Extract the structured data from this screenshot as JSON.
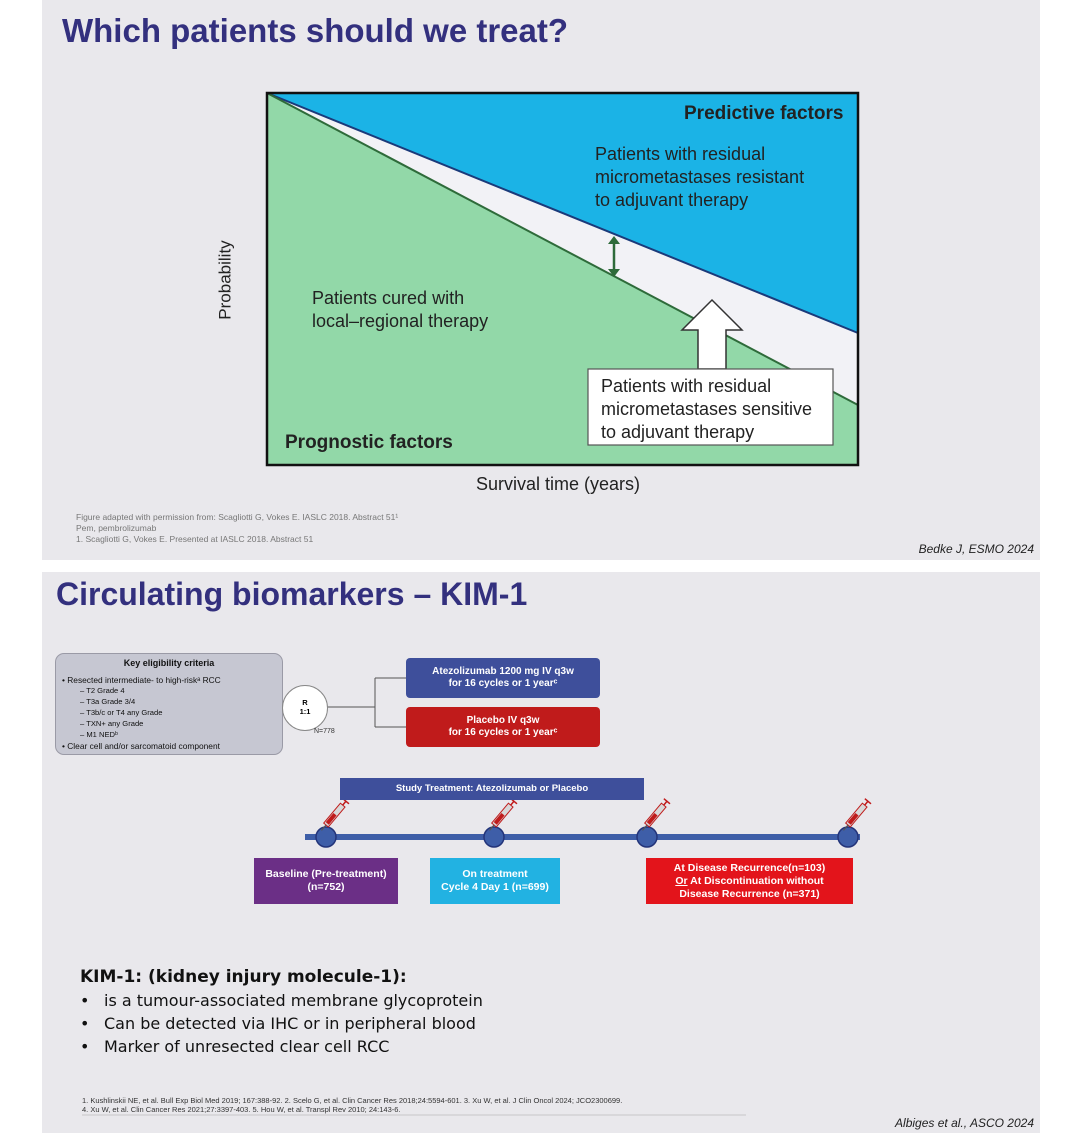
{
  "slide1": {
    "title": "Which patients should we treat?",
    "chart": {
      "ylabel": "Probability",
      "xlabel": "Survival time (years)",
      "predictive_label": "Predictive factors",
      "resistant_text": [
        "Patients with residual",
        "micrometastases resistant",
        "to adjuvant therapy"
      ],
      "cured_text": [
        "Patients cured with",
        "local–regional therapy"
      ],
      "sensitive_text": [
        "Patients with residual",
        "micrometastases sensitive",
        "to adjuvant therapy"
      ],
      "prognostic_label": "Prognostic factors",
      "colors": {
        "blue": "#1bb3e6",
        "green": "#92d8a8",
        "white_band": "#f2f2f6",
        "arrow": "#2e6b3a"
      }
    },
    "footnotes": [
      "Figure adapted with permission from: Scagliotti G, Vokes E. IASLC 2018. Abstract 51¹",
      "Pem, pembrolizumab",
      "1. Scagliotti G, Vokes E. Presented at IASLC 2018. Abstract 51"
    ],
    "credit": "Bedke J, ESMO 2024"
  },
  "slide2": {
    "title": "Circulating biomarkers – KIM-1",
    "eligibility": {
      "title": "Key eligibility criteria",
      "line1": "• Resected intermediate- to high-riskᵃ RCC",
      "subs": [
        "–  T2 Grade 4",
        "–  T3a Grade 3/4",
        "–  T3b/c or T4 any Grade",
        "–  TXN+ any Grade",
        "–  M1 NEDᵇ"
      ],
      "line2": "• Clear cell and/or sarcomatoid component"
    },
    "randomization": {
      "r": "R",
      "ratio": "1:1",
      "n": "N=778"
    },
    "arms": [
      {
        "line1": "Atezolizumab 1200 mg IV q3w",
        "line2": "for 16 cycles or 1 yearᶜ",
        "color": "#3e4f9b"
      },
      {
        "line1": "Placebo IV q3w",
        "line2": "for 16 cycles or 1 yearᶜ",
        "color": "#c01b1b"
      }
    ],
    "study_bar": "Study Treatment: Atezolizumab or Placebo",
    "timepoints": [
      {
        "line1": "Baseline (Pre-treatment)",
        "line2": "(n=752)",
        "color": "#6b2f86"
      },
      {
        "line1": "On treatment",
        "line2": "Cycle 4 Day 1 (n=699)",
        "color": "#22b2e2"
      },
      {
        "line1": "At Disease Recurrence(n=103)",
        "line2_u": "Or",
        "line2_rest": " At Discontinuation without",
        "line3": "Disease Recurrence (n=371)",
        "color": "#e3141b"
      }
    ],
    "kim_title": "KIM-1: (kidney injury molecule-1):",
    "kim_bullets": [
      "is a tumour-associated membrane glycoprotein",
      "Can be detected via IHC or in peripheral blood",
      "Marker of unresected clear cell RCC"
    ],
    "bullet_symbol": "•",
    "references": [
      "1. Kushlinskii NE, et al. Bull Exp Biol Med 2019; 167:388-92. 2. Scelo G, et al. Clin Cancer Res 2018;24:5594-601. 3. Xu W, et al.  J Clin Oncol 2024; JCO2300699.",
      "4. Xu W, et al. Clin Cancer Res 2021;27:3397-403. 5. Hou W, et al. Transpl Rev 2010; 24:143-6."
    ],
    "credit": "Albiges et al., ASCO 2024"
  }
}
